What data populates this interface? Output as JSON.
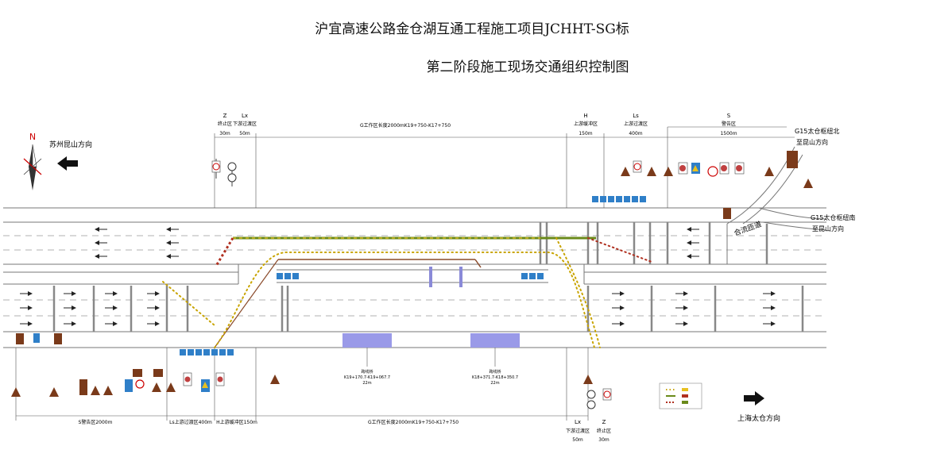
{
  "title": {
    "line1": "沪宜高速公路金仓湖互通工程施工项目JCHHT-SG标",
    "line2": "第二阶段施工现场交通组织控制图"
  },
  "compass": {
    "label": "N",
    "icon": "north-arrow-icon"
  },
  "directions": {
    "left": "苏州昆山方向",
    "right": "上海太仓方向",
    "ramp_north_1": "G15太仓枢纽北",
    "ramp_north_2": "至昆山方向",
    "ramp_south_1": "G15太仓枢纽南",
    "ramp_south_2": "至昆山方向",
    "merge": "合流匝道"
  },
  "top_zones": {
    "z_letter": "Z",
    "z_name": "终止区",
    "z_len": "30m",
    "lx_letter": "Lx",
    "lx_name": "下游过渡区",
    "lx_len": "50m",
    "g_work": "G工作区长度2000mK19+750-K17+750",
    "h_letter": "H",
    "h_name": "上游缓冲区",
    "h_len": "150m",
    "ls_letter": "Ls",
    "ls_name": "上游过渡区",
    "ls_len": "400m",
    "s_letter": "S",
    "s_name": "警告区",
    "s_len": "1500m"
  },
  "bottom_zones": {
    "s": "S警告区2000m",
    "ls": "Ls上游过渡区400m",
    "h": "H上游缓冲区150m",
    "g": "G工作区长度2000mK19+750-K17+750",
    "lx_letter": "Lx",
    "lx_name": "下游过渡区",
    "lx_len": "50m",
    "z_letter": "Z",
    "z_name": "终止区",
    "z_len": "30m"
  },
  "work_blocks": {
    "left_1": "跨线桥",
    "left_2": "K19+170.7-K19+067.7",
    "left_3": "22m",
    "right_1": "跨线桥",
    "right_2": "K18+371.7-K18+350.7",
    "right_3": "22m"
  },
  "colors": {
    "road_line": "#6b6b6b",
    "cone_yellow": "#c8a400",
    "cone_red": "#b03020",
    "barrier_green": "#6a8a1a",
    "sign_blue": "#2f7fc8",
    "work_block": "#9a9ae8",
    "sign_brown": "#7a3a1a"
  }
}
